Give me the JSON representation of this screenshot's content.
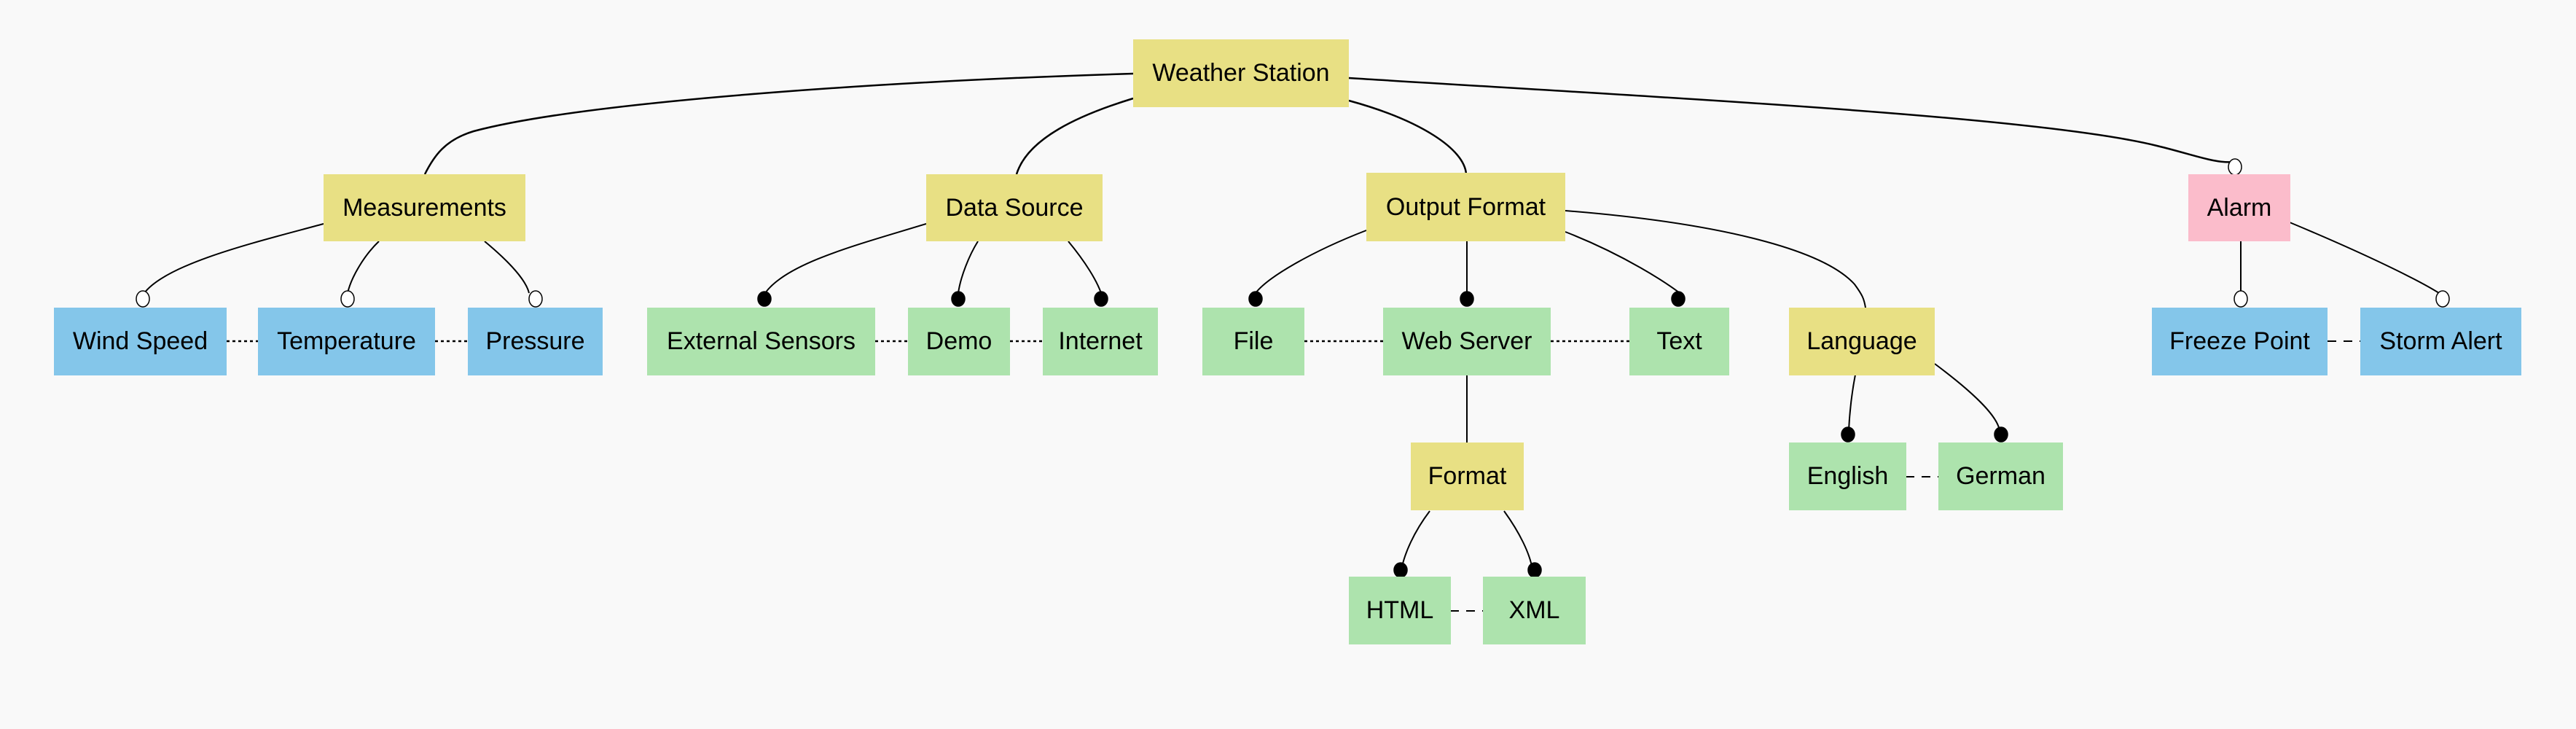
{
  "diagram": {
    "type": "feature-model",
    "root": "Weather Station",
    "colors": {
      "abstract_feature": "#e8e084",
      "concrete_feature": "#ade3ad",
      "optional_leaf_feature": "#84c6ea",
      "alarm_feature": "#fbbccb",
      "background": "#f9f9f9"
    },
    "nodes": {
      "weather_station": "Weather Station",
      "measurements": "Measurements",
      "data_source": "Data Source",
      "output_format": "Output Format",
      "alarm": "Alarm",
      "wind_speed": "Wind Speed",
      "temperature": "Temperature",
      "pressure": "Pressure",
      "external_sensors": "External Sensors",
      "demo": "Demo",
      "internet": "Internet",
      "file": "File",
      "web_server": "Web Server",
      "text": "Text",
      "language": "Language",
      "freeze_point": "Freeze Point",
      "storm_alert": "Storm Alert",
      "format": "Format",
      "english": "English",
      "german": "German",
      "html": "HTML",
      "xml": "XML"
    },
    "edges": [
      {
        "from": "Weather Station",
        "to": "Measurements",
        "marker": "none"
      },
      {
        "from": "Weather Station",
        "to": "Data Source",
        "marker": "none"
      },
      {
        "from": "Weather Station",
        "to": "Output Format",
        "marker": "none"
      },
      {
        "from": "Weather Station",
        "to": "Alarm",
        "marker": "optional"
      },
      {
        "from": "Measurements",
        "to": "Wind Speed",
        "marker": "optional"
      },
      {
        "from": "Measurements",
        "to": "Temperature",
        "marker": "optional"
      },
      {
        "from": "Measurements",
        "to": "Pressure",
        "marker": "optional"
      },
      {
        "from": "Data Source",
        "to": "External Sensors",
        "marker": "mandatory"
      },
      {
        "from": "Data Source",
        "to": "Demo",
        "marker": "mandatory"
      },
      {
        "from": "Data Source",
        "to": "Internet",
        "marker": "mandatory"
      },
      {
        "from": "Output Format",
        "to": "File",
        "marker": "mandatory"
      },
      {
        "from": "Output Format",
        "to": "Web Server",
        "marker": "mandatory"
      },
      {
        "from": "Output Format",
        "to": "Text",
        "marker": "mandatory"
      },
      {
        "from": "Output Format",
        "to": "Language",
        "marker": "none"
      },
      {
        "from": "Web Server",
        "to": "Format",
        "marker": "none"
      },
      {
        "from": "Format",
        "to": "HTML",
        "marker": "mandatory"
      },
      {
        "from": "Format",
        "to": "XML",
        "marker": "mandatory"
      },
      {
        "from": "Language",
        "to": "English",
        "marker": "mandatory"
      },
      {
        "from": "Language",
        "to": "German",
        "marker": "mandatory"
      },
      {
        "from": "Alarm",
        "to": "Freeze Point",
        "marker": "optional"
      },
      {
        "from": "Alarm",
        "to": "Storm Alert",
        "marker": "optional"
      }
    ],
    "group_links": [
      {
        "between": [
          "Wind Speed",
          "Temperature",
          "Pressure"
        ],
        "style": "dotted"
      },
      {
        "between": [
          "External Sensors",
          "Demo",
          "Internet"
        ],
        "style": "dotted"
      },
      {
        "between": [
          "File",
          "Web Server",
          "Text"
        ],
        "style": "dotted"
      },
      {
        "between": [
          "English",
          "German"
        ],
        "style": "dashed"
      },
      {
        "between": [
          "HTML",
          "XML"
        ],
        "style": "dashed"
      },
      {
        "between": [
          "Freeze Point",
          "Storm Alert"
        ],
        "style": "dashed"
      }
    ]
  }
}
